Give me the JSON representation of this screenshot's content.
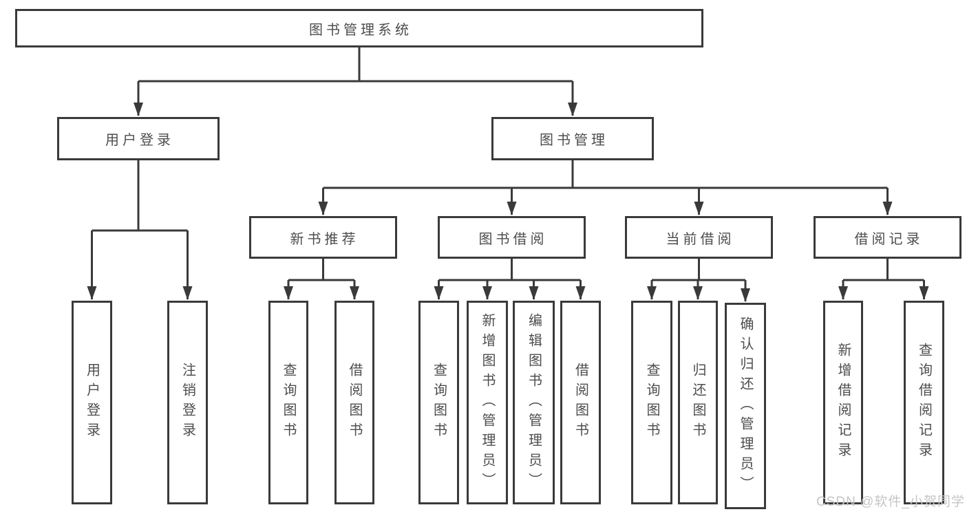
{
  "diagram": {
    "title": "图书管理系统",
    "user_login": {
      "label": "用户登录",
      "children": [
        "用户登录",
        "注销登录"
      ]
    },
    "book_mgmt": {
      "label": "图书管理",
      "sections": [
        {
          "label": "新书推荐",
          "children": [
            "查询图书",
            "借阅图书"
          ]
        },
        {
          "label": "图书借阅",
          "children": [
            "查询图书",
            "新增图书（管理员）",
            "编辑图书（管理员）",
            "借阅图书"
          ]
        },
        {
          "label": "当前借阅",
          "children": [
            "查询图书",
            "归还图书",
            "确认归还（管理员）"
          ]
        },
        {
          "label": "借阅记录",
          "children": [
            "新增借阅记录",
            "查询借阅记录"
          ]
        }
      ]
    }
  },
  "watermark": "CSDN @软件_小贺同学",
  "colors": {
    "line": "#3a3a3a",
    "text": "#4d4d4d",
    "box_fill": "#ffffff",
    "watermark": "#c5c5c5"
  }
}
